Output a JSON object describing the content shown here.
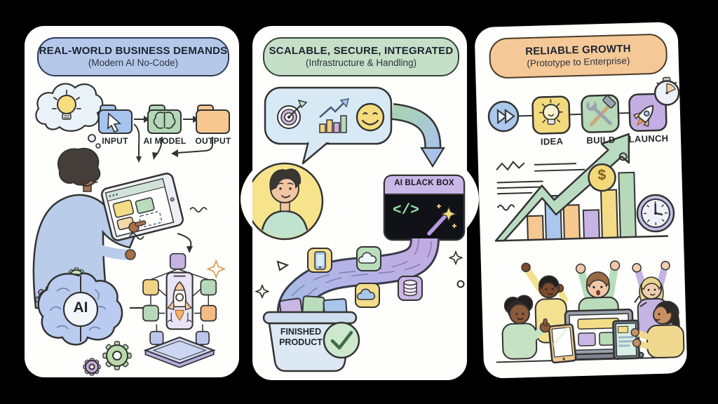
{
  "page": {
    "background": "#000000",
    "card_bg": "#fefefc"
  },
  "left_panel": {
    "title": "REAL-WORLD BUSINESS DEMANDS",
    "subtitle": "(Modern AI No-Code)",
    "header_bg": "#b5c8ea",
    "folders": {
      "input": "INPUT",
      "ai_model": "AI MODEL",
      "output": "OUTPUT"
    },
    "folder_colors": {
      "input": "#a7c4ee",
      "ai_model": "#b4d8b6",
      "output": "#f6c88f"
    },
    "brain_label": "AI"
  },
  "middle_panel": {
    "title": "SCALABLE, SECURE, INTEGRATED",
    "subtitle": "(Infrastructure & Handling)",
    "header_bg": "#c6dfc7",
    "black_box": {
      "title": "AI BLACK BOX",
      "code_glyph": "</>",
      "header_color": "#c9b7e8",
      "body_color": "#111218"
    },
    "basket": {
      "line1": "FINISHED",
      "line2": "PRODUCT"
    }
  },
  "right_panel": {
    "title": "RELIABLE GROWTH",
    "subtitle": "(Prototype to Enterprise)",
    "header_bg": "#f5c997",
    "steps": [
      {
        "label": "IDEA",
        "color": "#f3da7d"
      },
      {
        "label": "BUILD",
        "color": "#b7dab8"
      },
      {
        "label": "LAUNCH",
        "color": "#c4ade3"
      }
    ],
    "coin_glyph": "$"
  }
}
